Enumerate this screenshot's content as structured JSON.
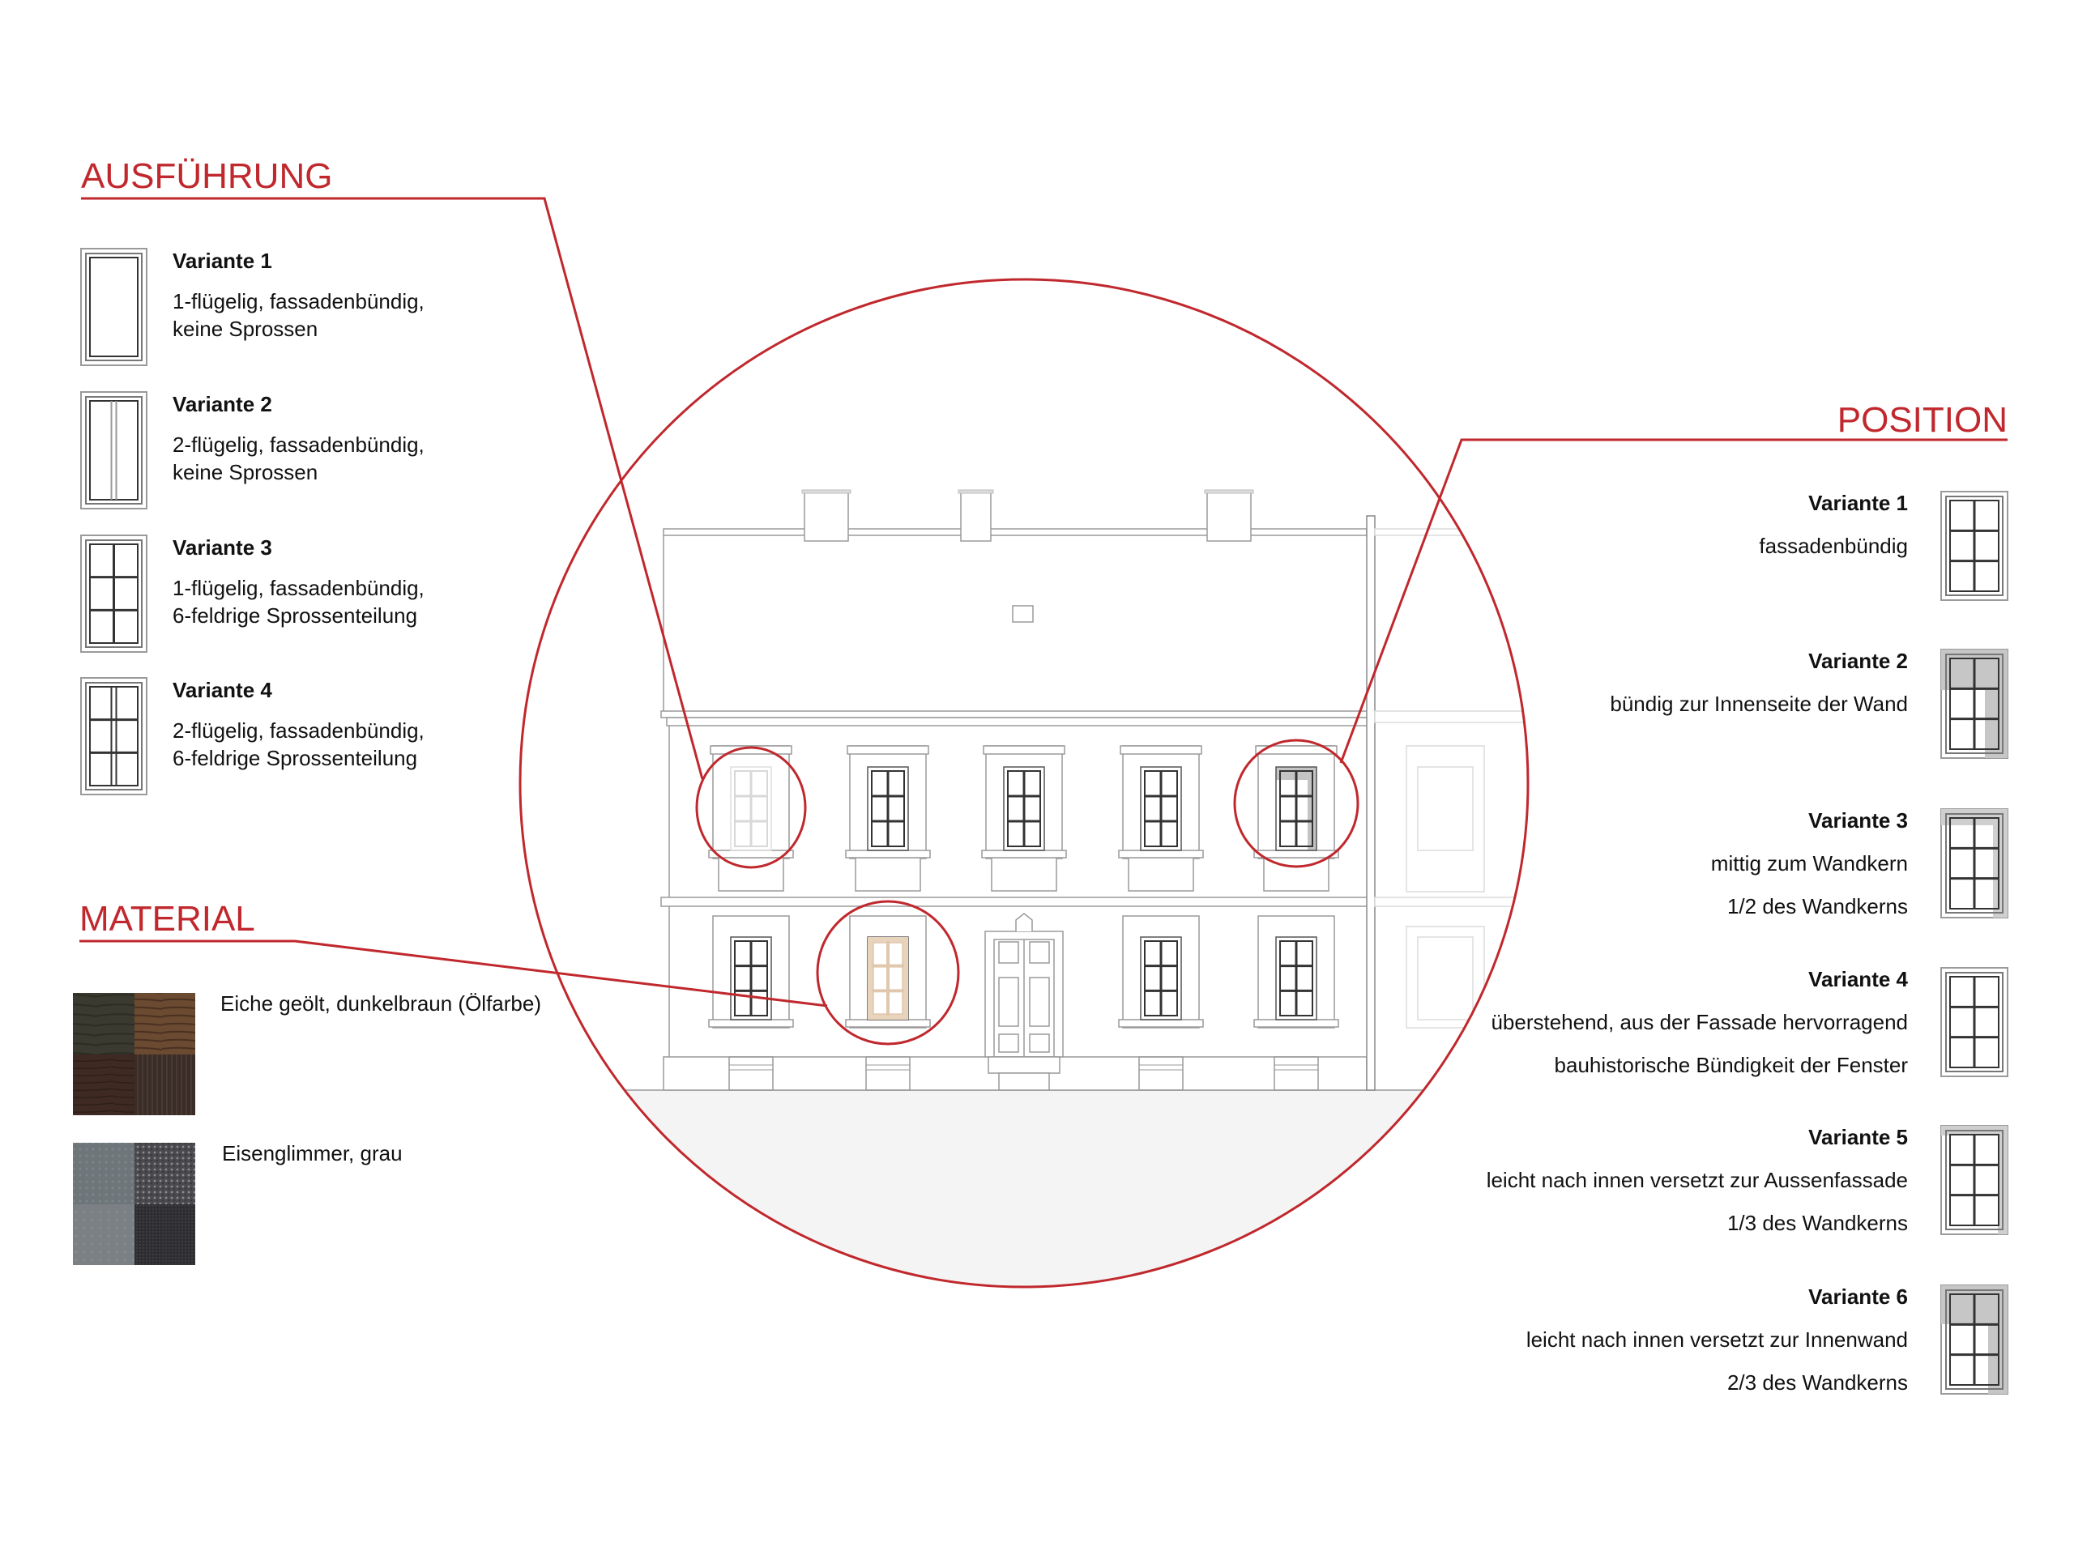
{
  "colors": {
    "accent": "#c0282d",
    "line": "#9a9a9a",
    "ground": "#f4f4f4",
    "wood_highlight": "#e8d3bd",
    "shade": "#c9c9c9"
  },
  "ausfuehrung": {
    "title": "AUSFÜHRUNG",
    "variants": [
      {
        "title": "Variante 1",
        "lines": [
          "1-flügelig, fassadenbündig,",
          "keine Sprossen"
        ],
        "icon": "window-single-icon"
      },
      {
        "title": "Variante 2",
        "lines": [
          "2-flügelig, fassadenbündig,",
          "keine Sprossen"
        ],
        "icon": "window-double-icon"
      },
      {
        "title": "Variante 3",
        "lines": [
          "1-flügelig, fassadenbündig,",
          "6-feldrige Sprossenteilung"
        ],
        "icon": "window-six-pane-icon"
      },
      {
        "title": "Variante 4",
        "lines": [
          "2-flügelig, fassadenbündig,",
          "6-feldrige Sprossenteilung"
        ],
        "icon": "window-six-pane-double-icon"
      }
    ]
  },
  "material": {
    "title": "MATERIAL",
    "items": [
      {
        "label": "Eiche geölt, dunkelbraun (Ölfarbe)",
        "swatch": "oak-swatch"
      },
      {
        "label": "Eisenglimmer, grau",
        "swatch": "iron-mica-swatch"
      }
    ]
  },
  "position": {
    "title": "POSITION",
    "variants": [
      {
        "title": "Variante 1",
        "lines": [
          "fassadenbündig"
        ]
      },
      {
        "title": "Variante 2",
        "lines": [
          "bündig zur Innenseite der Wand"
        ]
      },
      {
        "title": "Variante 3",
        "lines": [
          "mittig zum Wandkern",
          "1/2 des Wandkerns"
        ]
      },
      {
        "title": "Variante 4",
        "lines": [
          "überstehend, aus der Fassade hervorragend",
          "bauhistorische Bündigkeit der Fenster"
        ]
      },
      {
        "title": "Variante 5",
        "lines": [
          "leicht nach innen versetzt zur Aussenfassade",
          "1/3 des Wandkerns"
        ]
      },
      {
        "title": "Variante 6",
        "lines": [
          "leicht nach innen versetzt zur Innenwand",
          "2/3 des Wandkerns"
        ]
      }
    ]
  }
}
